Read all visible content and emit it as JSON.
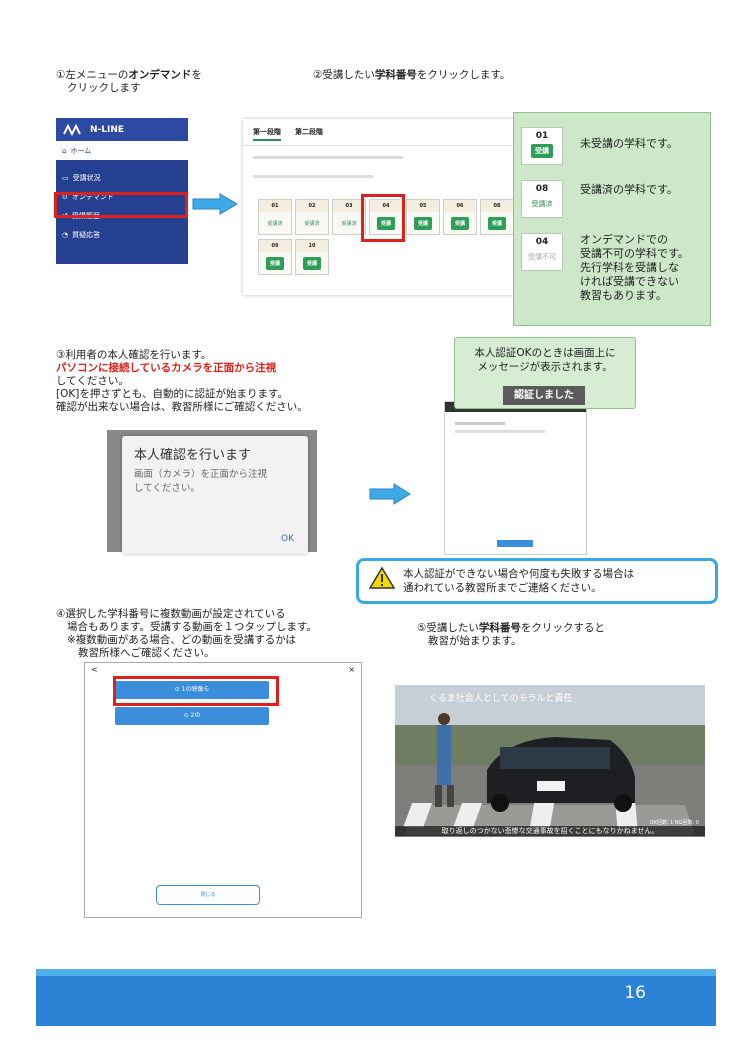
{
  "steps": {
    "s1": {
      "line1_a": "①左メニューの",
      "line1_b": "オンデマンド",
      "line1_c": "を",
      "line2": "クリックします"
    },
    "s2": {
      "a": "②受講したい",
      "b": "学科番号",
      "c": "をクリックします。"
    },
    "s3": {
      "line1": "③利用者の本人確認を行います。",
      "line2": "パソコンに接続しているカメラを正面から注視",
      "line3": "してください。",
      "line4": "[OK]を押さずとも、自動的に認証が始まります。",
      "line5": "確認が出来ない場合は、教習所様にご確認ください。"
    },
    "s4": {
      "line1": "④選択した学科番号に複数動画が設定されている",
      "line2": "場合もあります。受講する動画を１つタップします。",
      "line3": "※複数動画がある場合、どの動画を受講するかは",
      "line4": "教習所様へご確認ください。"
    },
    "s5": {
      "line1_a": "⑤受講したい",
      "line1_b": "学科番号",
      "line1_c": "をクリックすると",
      "line2": "教習が始まります。"
    }
  },
  "sidebar": {
    "brand": "N-LINE",
    "items": [
      {
        "label": "ホーム"
      },
      {
        "label": "受講状況"
      },
      {
        "label": "オンデマンド"
      },
      {
        "label": "受講履歴"
      },
      {
        "label": "質疑応答"
      }
    ]
  },
  "course": {
    "tab1": "第一段階",
    "tab2": "第二段階",
    "cards": [
      {
        "num": "01",
        "status": "受講済",
        "type": "done"
      },
      {
        "num": "02",
        "status": "受講済",
        "type": "done"
      },
      {
        "num": "03",
        "status": "受講済",
        "type": "done"
      },
      {
        "num": "04",
        "status": "受講",
        "type": "go"
      },
      {
        "num": "05",
        "status": "受講",
        "type": "go"
      },
      {
        "num": "06",
        "status": "受講",
        "type": "go"
      },
      {
        "num": "08",
        "status": "受講",
        "type": "go"
      },
      {
        "num": "",
        "status": "",
        "type": "blank"
      },
      {
        "num": "09",
        "status": "受講",
        "type": "go"
      },
      {
        "num": "10",
        "status": "受講",
        "type": "go"
      }
    ]
  },
  "legend": {
    "c1": {
      "num": "01",
      "status": "受講",
      "text": "未受講の学科です。"
    },
    "c2": {
      "num": "08",
      "status": "受講済",
      "text": "受講済の学科です。"
    },
    "c3": {
      "num": "04",
      "status": "受講不可",
      "l1": "オンデマンドでの",
      "l2": "受講不可の学科です。",
      "l3": "先行学科を受講しな",
      "l4": "ければ受講できない",
      "l5": "教習もあります。"
    }
  },
  "dialog": {
    "title": "本人確認を行います",
    "body_l1": "画面（カメラ）を正面から注視",
    "body_l2": "してください。",
    "ok": "OK"
  },
  "callout": {
    "l1": "本人認証OKのときは画面上に",
    "l2": "メッセージが表示されます。",
    "badge": "認証しました"
  },
  "warning": {
    "l1": "本人認証ができない場合や何度も失敗する場合は",
    "l2": "通われている教習所までご連絡ください。"
  },
  "video_select": {
    "btn1": "1の映像ら",
    "btn2": "2の",
    "close": "閉じる"
  },
  "video": {
    "title": "くるま社会人としてのモラルと責任",
    "subtitle": "取り返しのつかない悲惨な交通事故を招くことにもなりかねません。",
    "counter": "OK回数: 1 NG回数: 0"
  },
  "footer": {
    "page": "16"
  }
}
